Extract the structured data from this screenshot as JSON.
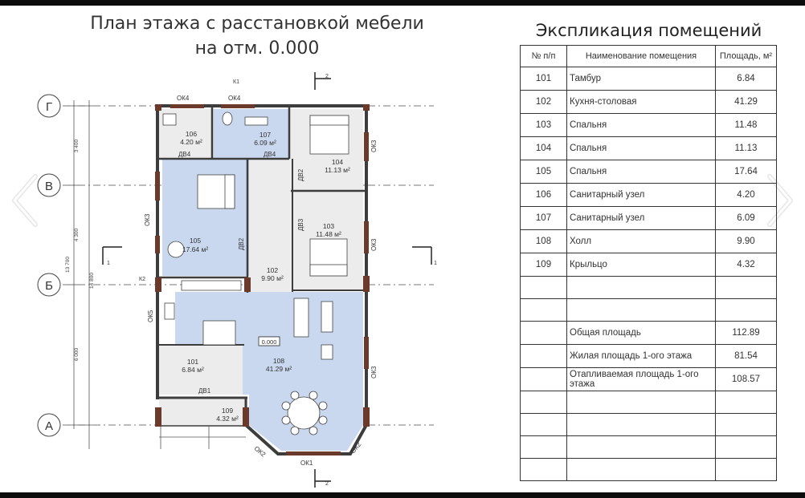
{
  "plan": {
    "title_line1": "План этажа с расстановкой мебели",
    "title_line2": "на отм. 0.000",
    "axes": [
      "Г",
      "В",
      "Б",
      "А"
    ],
    "dims": [
      "3 400",
      "4 300",
      "13 700",
      "14 800",
      "6 000"
    ],
    "cuts": [
      "1",
      "1",
      "2",
      "2"
    ],
    "markers": [
      "К1",
      "К2"
    ],
    "windows": [
      "ОК4",
      "ОК4",
      "ОК3",
      "ОК3",
      "ОК3",
      "ОК3",
      "ОК5",
      "ОК2",
      "ОК2",
      "ОК1"
    ],
    "doors": [
      "ДВ4",
      "ДВ4",
      "ДВ2",
      "ДВ2",
      "ДВ3",
      "ДВ1"
    ],
    "level": "0.000",
    "rooms": [
      {
        "num": "106",
        "area": "4.20 м²"
      },
      {
        "num": "107",
        "area": "6.09 м²"
      },
      {
        "num": "104",
        "area": "11.13 м²"
      },
      {
        "num": "105",
        "area": "17.64 м²"
      },
      {
        "num": "103",
        "area": "11.48 м²"
      },
      {
        "num": "102",
        "area": "9.90 м²"
      },
      {
        "num": "101",
        "area": "6.84 м²"
      },
      {
        "num": "108",
        "area": "41.29 м²"
      },
      {
        "num": "109",
        "area": "4.32 м²"
      }
    ]
  },
  "explication": {
    "title": "Экспликация помещений",
    "headers": [
      "№ п/п",
      "Наименование помещения",
      "Площадь, м²"
    ],
    "rows": [
      {
        "num": "101",
        "name": "Тамбур",
        "area": "6.84"
      },
      {
        "num": "102",
        "name": "Кухня-столовая",
        "area": "41.29"
      },
      {
        "num": "103",
        "name": "Спальня",
        "area": "11.48"
      },
      {
        "num": "104",
        "name": "Спальня",
        "area": "11.13"
      },
      {
        "num": "105",
        "name": "Спальня",
        "area": "17.64"
      },
      {
        "num": "106",
        "name": "Санитарный узел",
        "area": "4.20"
      },
      {
        "num": "107",
        "name": "Санитарный узел",
        "area": "6.09"
      },
      {
        "num": "108",
        "name": "Холл",
        "area": "9.90"
      },
      {
        "num": "109",
        "name": "Крыльцо",
        "area": "4.32"
      }
    ],
    "totals": [
      {
        "name": "Общая площадь",
        "area": "112.89"
      },
      {
        "name": "Жилая площадь 1-ого этажа",
        "area": "81.54"
      },
      {
        "name": "Отапливаемая площадь 1-ого этажа",
        "area": "108.57"
      }
    ]
  },
  "nav": {
    "prev_icon": "chevron-left-icon",
    "next_icon": "chevron-right-icon"
  },
  "colors": {
    "blue_fill": "#c9d8ef",
    "grey_fill": "#ececec",
    "wall": "#3d3d3d",
    "column": "#6b3a2a"
  }
}
